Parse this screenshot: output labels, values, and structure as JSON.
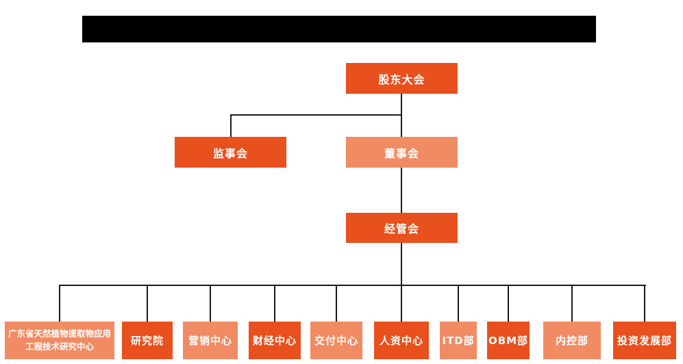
{
  "page": {
    "background": "#ffffff",
    "title_bar_color": "#000000",
    "connector_color": "#1a1a1a"
  },
  "colors": {
    "primary_box": "#e8501d",
    "secondary_box": "#f08b64",
    "node_text": "#ffffff"
  },
  "org_chart": {
    "root": {
      "label": "股东大会",
      "variant": "primary"
    },
    "level2": [
      {
        "label": "监事会",
        "variant": "primary"
      },
      {
        "label": "董事会",
        "variant": "secondary"
      }
    ],
    "level3": [
      {
        "label": "经管会",
        "variant": "primary"
      }
    ],
    "departments": [
      {
        "label": "广东省天然植物提取物应用工程技术研究中心",
        "variant": "secondary"
      },
      {
        "label": "研究院",
        "variant": "primary"
      },
      {
        "label": "营销中心",
        "variant": "secondary"
      },
      {
        "label": "财经中心",
        "variant": "primary"
      },
      {
        "label": "交付中心",
        "variant": "secondary"
      },
      {
        "label": "人资中心",
        "variant": "primary"
      },
      {
        "label": "ITD部",
        "variant": "secondary"
      },
      {
        "label": "OBM部",
        "variant": "primary"
      },
      {
        "label": "内控部",
        "variant": "secondary"
      },
      {
        "label": "投资发展部",
        "variant": "primary"
      }
    ]
  }
}
